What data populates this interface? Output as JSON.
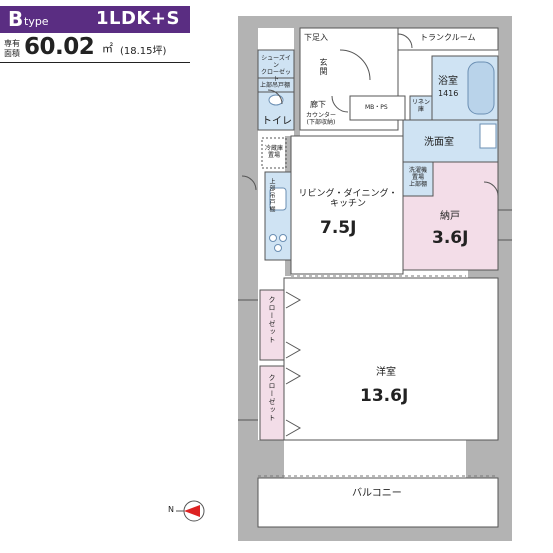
{
  "header": {
    "type_letter": "B",
    "type_word": "type",
    "plan_name": "1LDK+S",
    "area_label_1": "専有",
    "area_label_2": "面積",
    "area_value": "60.02",
    "area_unit": "㎡",
    "area_tsubo": "(18.15坪)"
  },
  "rooms": {
    "shoes_in_closet": "シューズイン\nクローゼット",
    "shoe_box": "下足入",
    "entrance": "玄関",
    "trunk_room": "トランクルーム",
    "bath": "浴室",
    "bath_size": "1416",
    "upper_cabinet": "上部吊戸棚",
    "hallway": "廊下",
    "mb_ps": "MB・PS",
    "linen": "リネン\n庫",
    "toilet": "トイレ",
    "counter": "カウンター\n(下部収納)",
    "washroom": "洗面室",
    "fridge": "冷蔵庫\n置場",
    "washer": "洗濯機\n置場\n上部棚",
    "living": "リビング・ダイニング・\nキッチン",
    "living_size": "7.5J",
    "kitchen_cabinet": "上部吊戸棚",
    "storage_room": "納戸",
    "storage_size": "3.6J",
    "closet_1": "クローゼット",
    "closet_2": "クローゼット",
    "western_room": "洋室",
    "western_size": "13.6J",
    "balcony": "バルコニー"
  },
  "compass": {
    "north_letter": "N"
  },
  "colors": {
    "header_badge": "#5a2d82",
    "wall": "#b3b3b3",
    "wet_area": "#cfe3f3",
    "storage_room": "#f3dde8",
    "closet": "#f3dde8"
  }
}
